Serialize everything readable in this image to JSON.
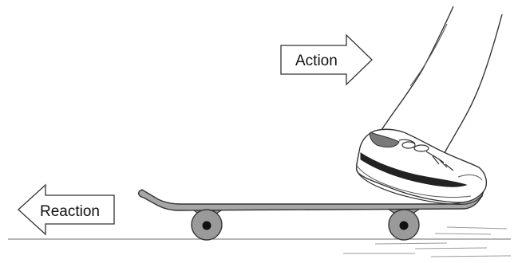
{
  "labels": {
    "action": "Action",
    "reaction": "Reaction"
  },
  "colors": {
    "outline": "#333333",
    "board_fill": "#a6a6a6",
    "wheel_fill": "#9a9a9a",
    "axle_dot": "#111111",
    "shoe_stripe": "#222222",
    "shoe_shadow": "#7a7a7a",
    "ground": "#8a8a8a"
  },
  "icons": {
    "action_arrow": "right-arrow-outline",
    "reaction_arrow": "left-arrow-outline"
  }
}
